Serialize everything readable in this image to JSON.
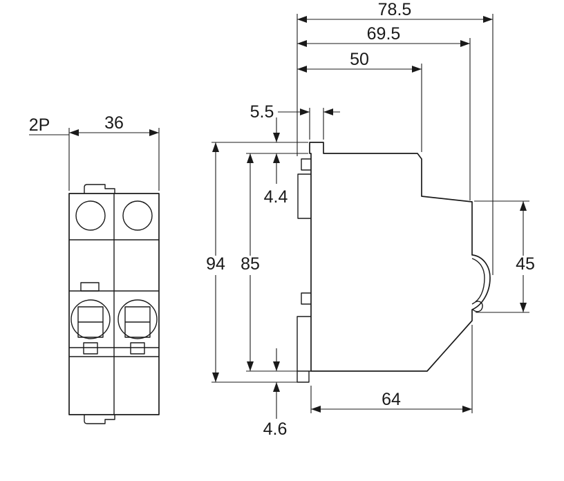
{
  "colors": {
    "line": "#1a1a1a",
    "background": "#ffffff"
  },
  "front": {
    "pole_label": "2P",
    "width_mm": "36"
  },
  "side": {
    "overall_depth_mm": "78.5",
    "depth_no_clip_mm": "69.5",
    "upper_depth_mm": "50",
    "tab_width_mm": "5.5",
    "tab_height_mm": "4.4",
    "overall_height_mm": "94",
    "body_height_mm": "85",
    "rail_span_mm": "45",
    "base_depth_mm": "64",
    "clip_drop_mm": "4.6"
  }
}
